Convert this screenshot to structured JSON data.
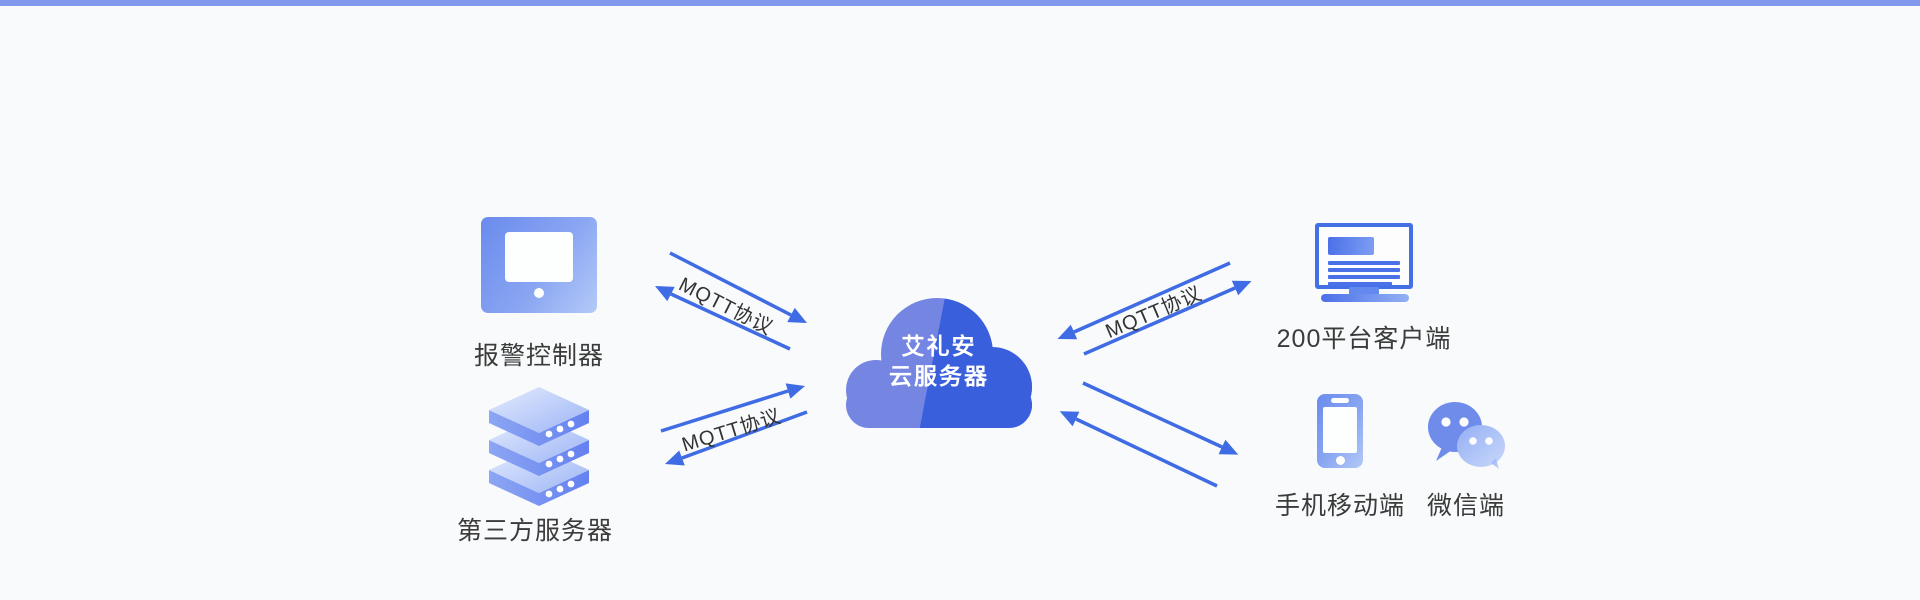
{
  "diagram": {
    "cloud": {
      "line1": "艾礼安",
      "line2": "云服务器"
    },
    "nodes": {
      "alarm": {
        "label": "报警控制器"
      },
      "thirdparty": {
        "label": "第三方服务器"
      },
      "client200": {
        "label": "200平台客户端"
      },
      "mobile": {
        "label": "手机移动端"
      },
      "wechat": {
        "label": "微信端"
      }
    },
    "links": {
      "alarm_cloud": {
        "label": "MQTT协议"
      },
      "server_cloud": {
        "label": "MQTT协议"
      },
      "cloud_client": {
        "label": "MQTT协议"
      }
    },
    "colors": {
      "arrow": "#3f6be4",
      "cloud_dark": "#3a5fdd",
      "cloud_light": "#7585e2",
      "icon_gradient_start": "#6a8bed",
      "icon_gradient_end": "#b4caf8",
      "topbar": "#8298ed",
      "background": "#f8fafb",
      "label_text": "#3b3b3b"
    }
  }
}
